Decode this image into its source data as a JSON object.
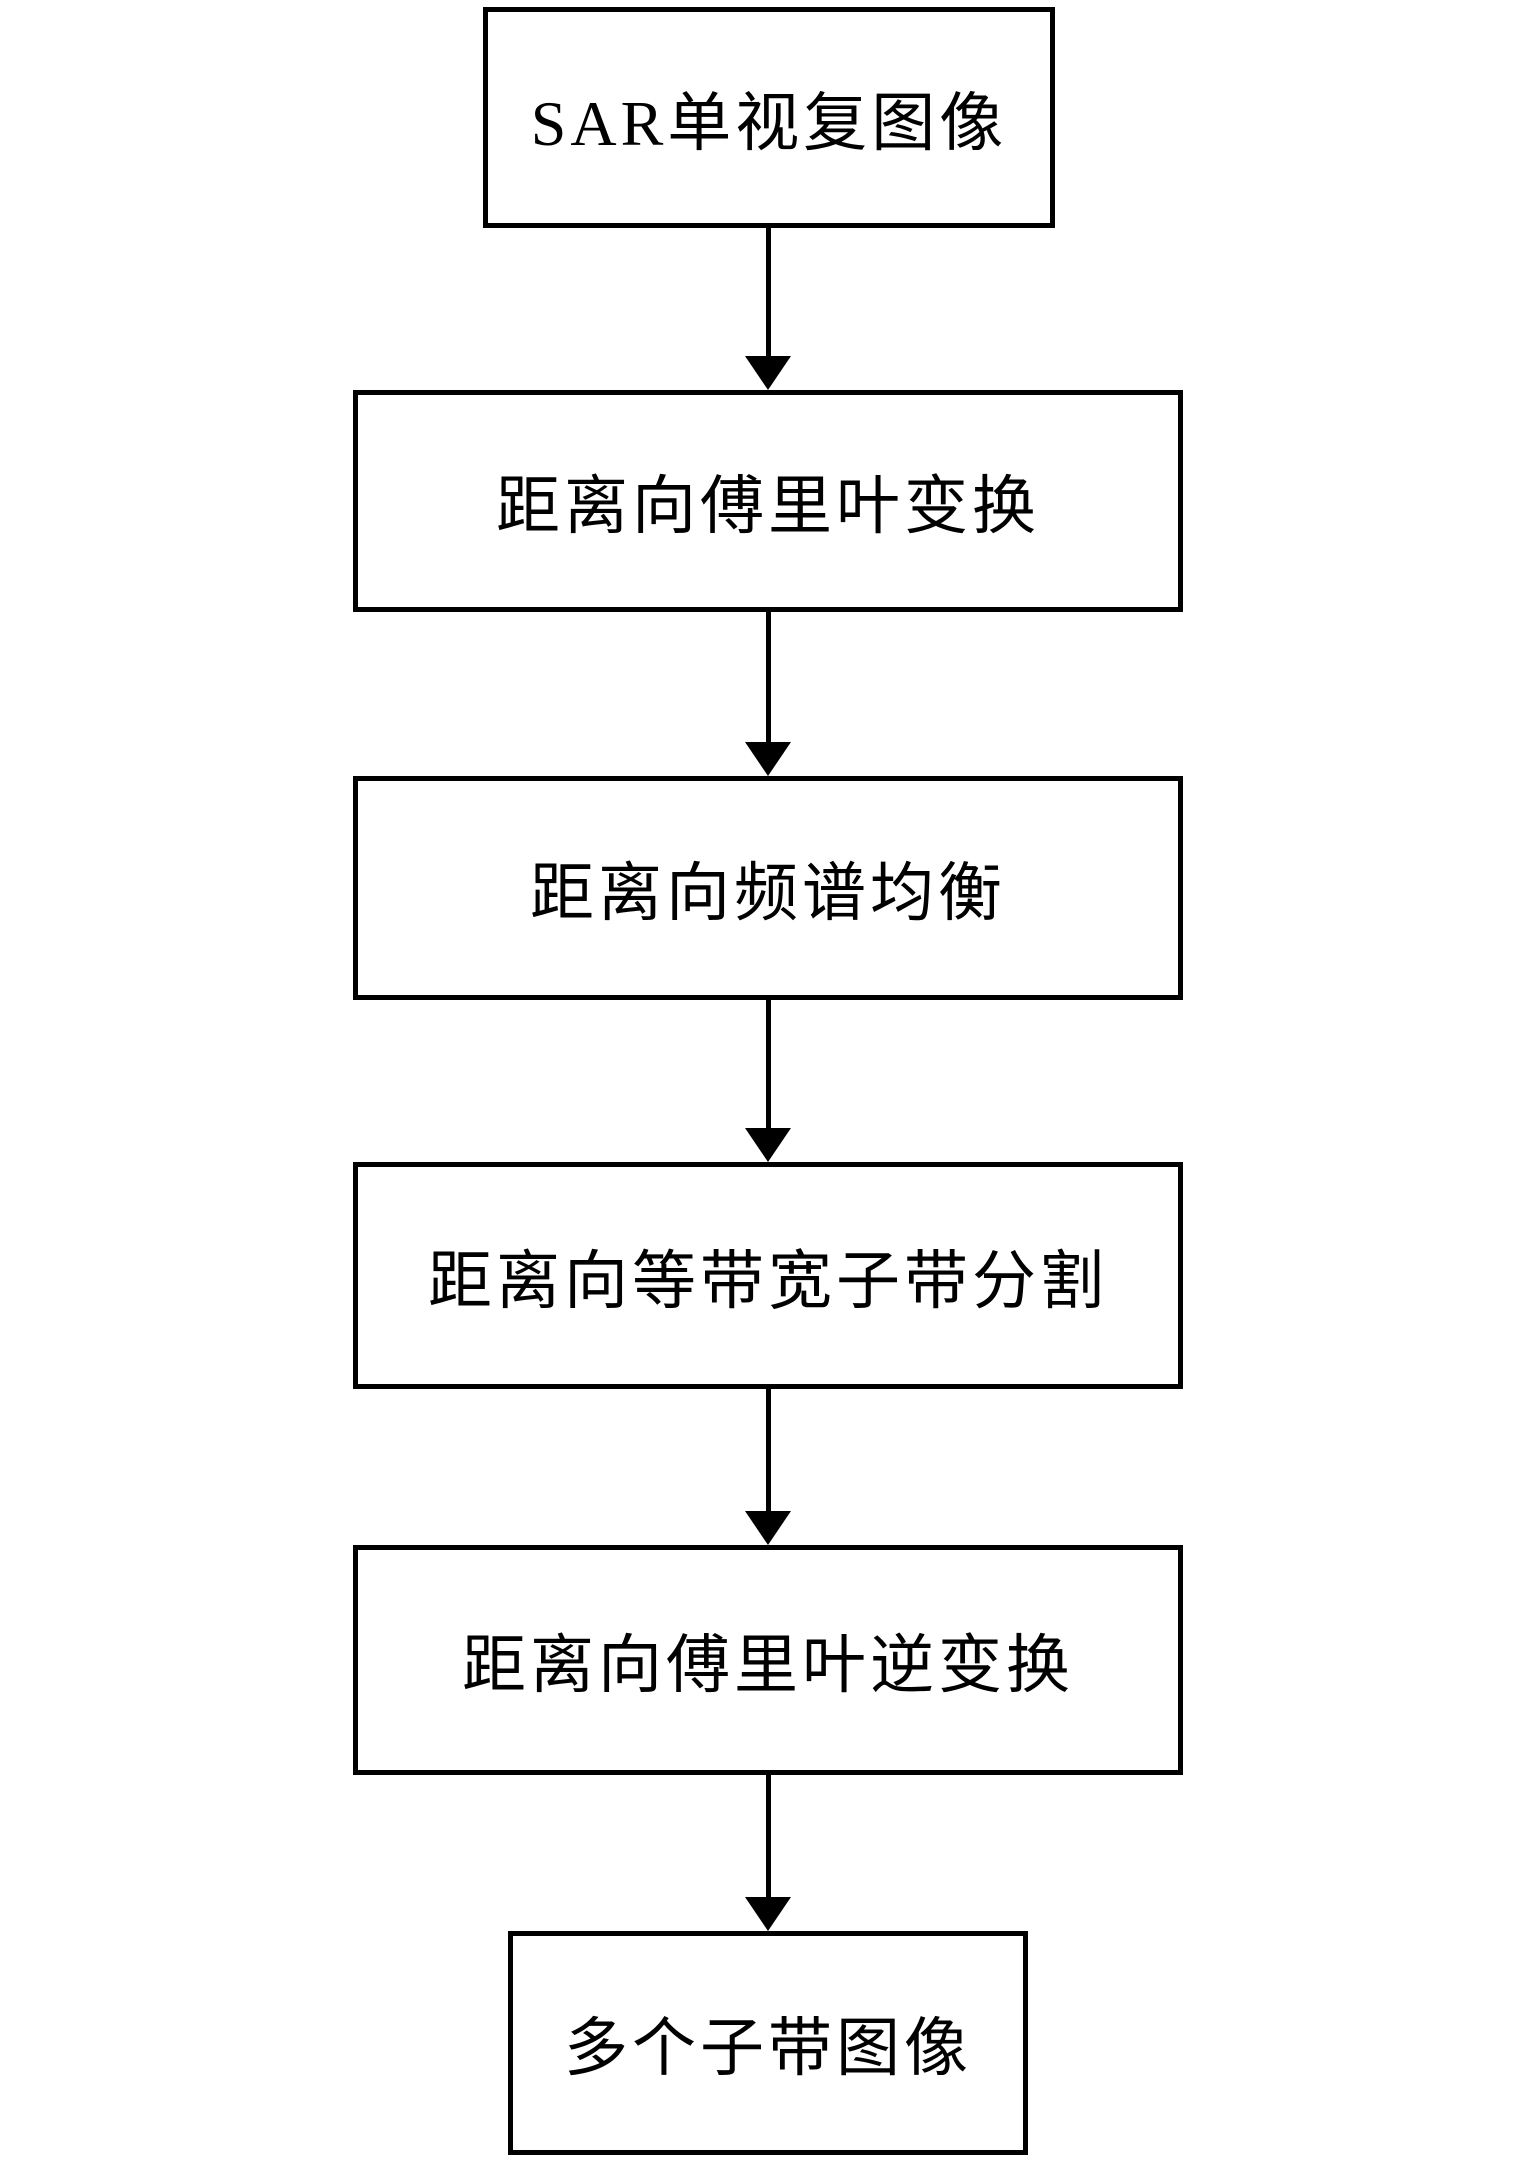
{
  "canvas": {
    "background_color": "#ffffff",
    "line_color": "#000000"
  },
  "flowchart": {
    "type": "vertical-flowchart",
    "steps": [
      {
        "label": "SAR单视复图像"
      },
      {
        "label": "距离向傅里叶变换"
      },
      {
        "label": "距离向频谱均衡"
      },
      {
        "label": "距离向等带宽子带分割"
      },
      {
        "label": "距离向傅里叶逆变换"
      },
      {
        "label": "多个子带图像"
      }
    ],
    "connectors": [
      {
        "from": 0,
        "to": 1,
        "style": "solid-line-triangle-arrowhead"
      },
      {
        "from": 1,
        "to": 2,
        "style": "solid-line-triangle-arrowhead"
      },
      {
        "from": 2,
        "to": 3,
        "style": "solid-line-triangle-arrowhead"
      },
      {
        "from": 3,
        "to": 4,
        "style": "solid-line-triangle-arrowhead"
      },
      {
        "from": 4,
        "to": 5,
        "style": "solid-line-triangle-arrowhead"
      }
    ]
  }
}
